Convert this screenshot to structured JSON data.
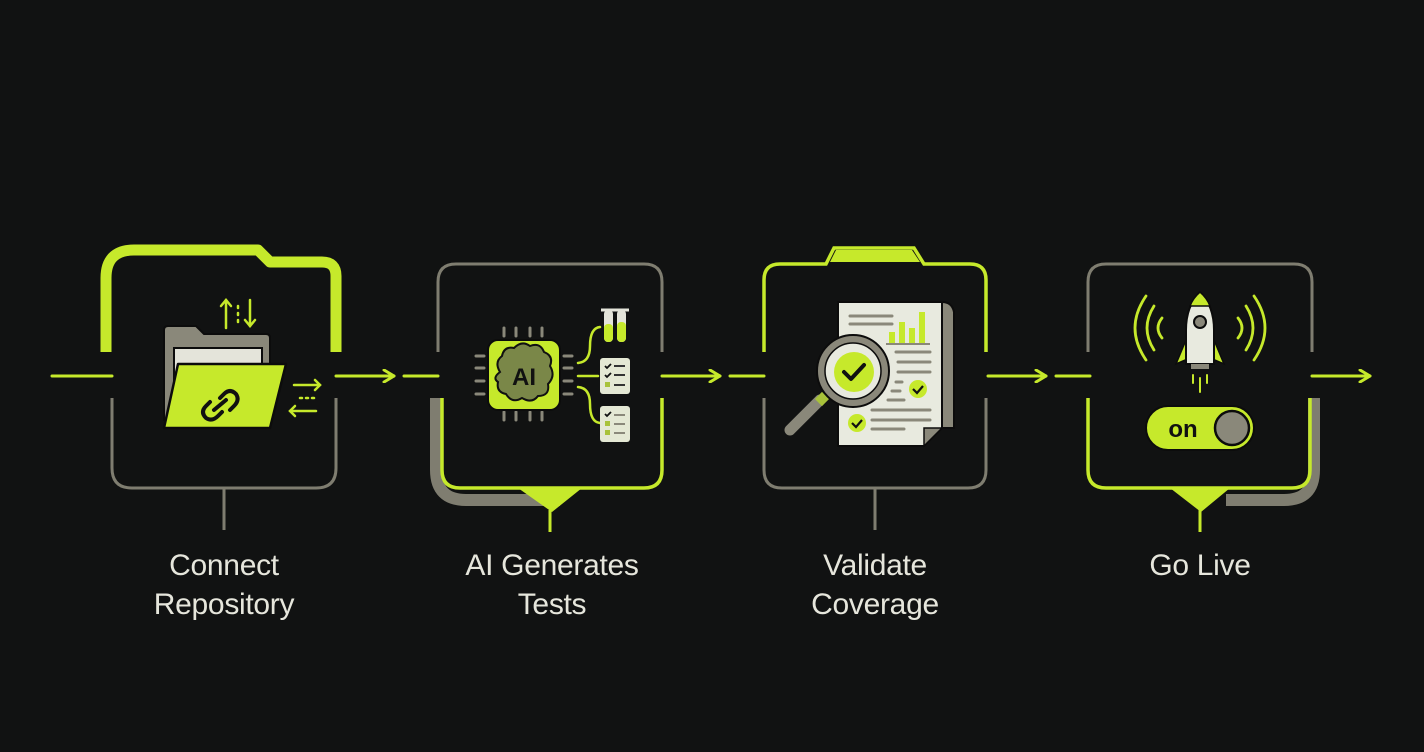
{
  "colors": {
    "background": "#111212",
    "accent": "#c6e92b",
    "gray": "#7f7d70",
    "paper": "#e8eadf",
    "text": "#e6e6dc"
  },
  "steps": [
    {
      "id": "connect-repository",
      "icon": "folder-link-icon",
      "label_line1": "Connect",
      "label_line2": "Repository"
    },
    {
      "id": "ai-generates-tests",
      "icon": "ai-chip-brain-icon",
      "chip_text": "AI",
      "label_line1": "AI Generates",
      "label_line2": "Tests"
    },
    {
      "id": "validate-coverage",
      "icon": "magnifier-report-icon",
      "label_line1": "Validate",
      "label_line2": "Coverage"
    },
    {
      "id": "go-live",
      "icon": "rocket-toggle-icon",
      "toggle_text": "on",
      "label_line1": "Go Live",
      "label_line2": ""
    }
  ]
}
